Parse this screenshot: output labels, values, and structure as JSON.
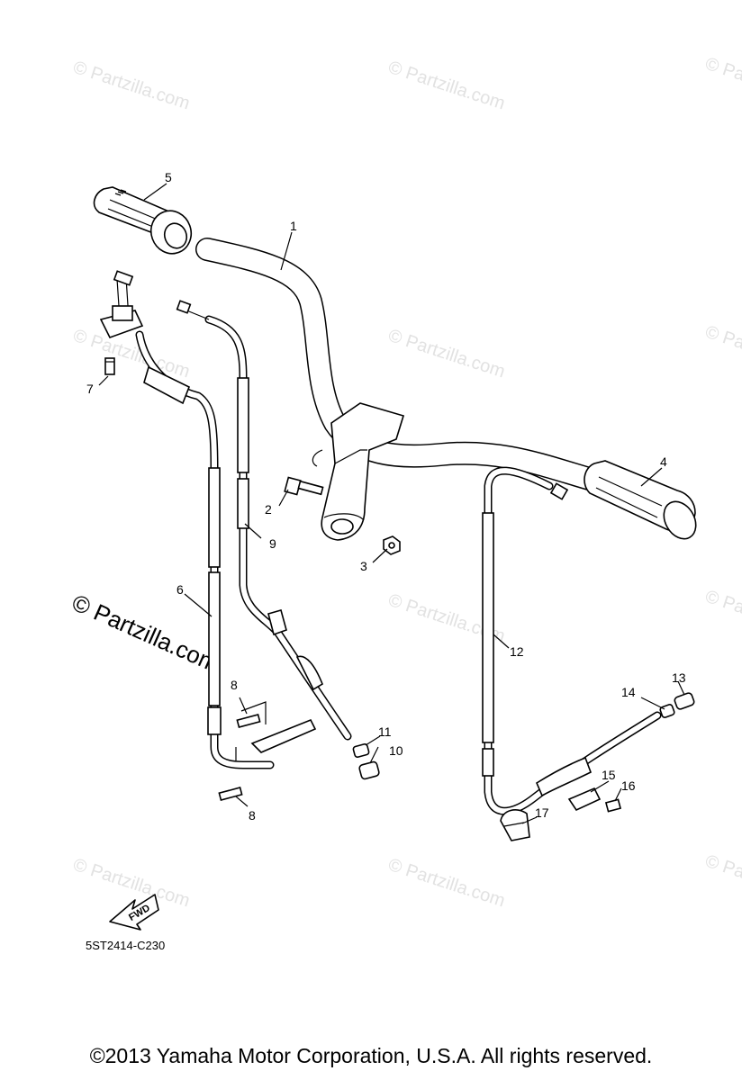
{
  "watermark": "© Partzilla.com",
  "watermark_large": "© Partzilla.com",
  "diagram_code": "5ST2414-C230",
  "fwd_label": "FWD",
  "callouts": {
    "p1": "1",
    "p2": "2",
    "p3": "3",
    "p4": "4",
    "p5": "5",
    "p6": "6",
    "p7": "7",
    "p8a": "8",
    "p8b": "8",
    "p9": "9",
    "p10": "10",
    "p11": "11",
    "p12": "12",
    "p13": "13",
    "p14": "14",
    "p15": "15",
    "p16": "16",
    "p17": "17"
  },
  "footer": "©2013  Yamaha Motor Corporation, U.S.A. All rights reserved."
}
